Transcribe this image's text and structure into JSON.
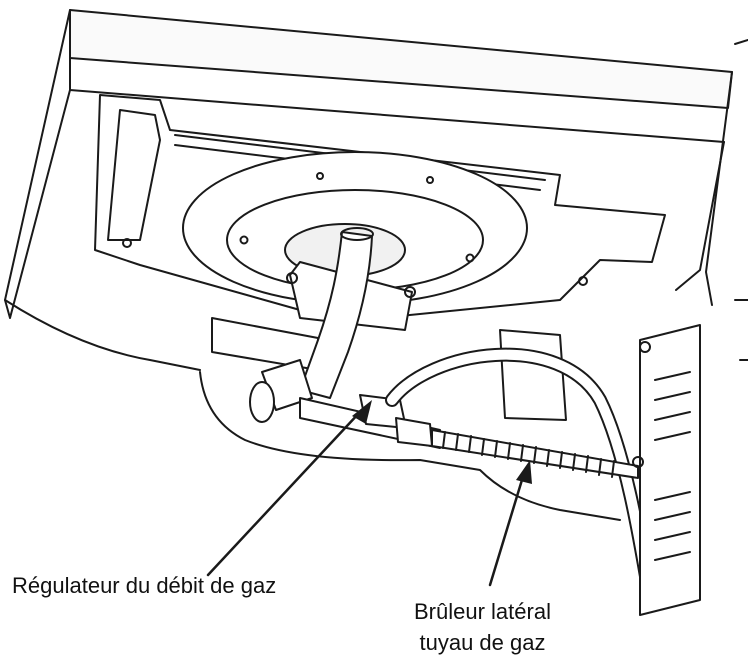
{
  "labels": {
    "regulator": "Régulateur du débit de gaz",
    "side_burner_line1": "Brûleur latéral",
    "side_burner_line2": "tuyau de gaz"
  }
}
